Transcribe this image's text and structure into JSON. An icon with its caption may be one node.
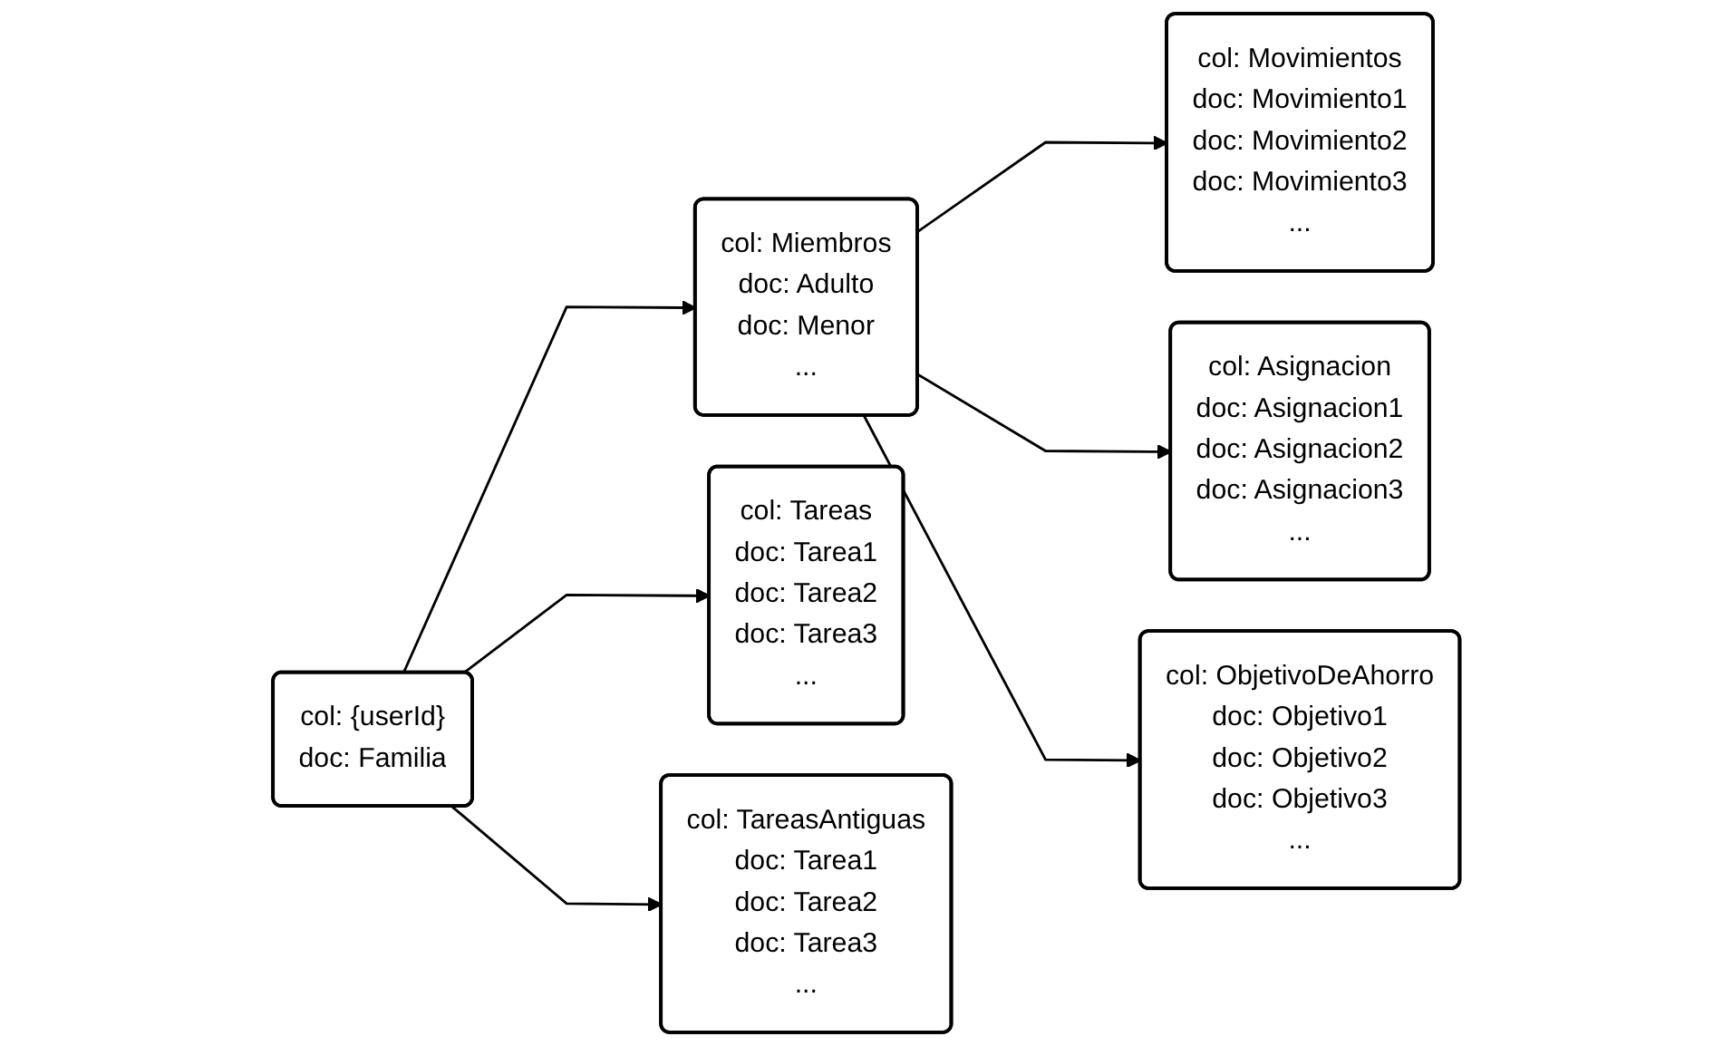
{
  "diagram": {
    "nodes": [
      {
        "text": [
          "col: {userId}",
          "doc: Familia"
        ]
      },
      {
        "text": [
          "col: Miembros",
          "doc: Adulto",
          "doc: Menor",
          "..."
        ]
      },
      {
        "text": [
          "col: Tareas",
          "doc: Tarea1",
          "doc: Tarea2",
          "doc: Tarea3",
          "..."
        ]
      },
      {
        "text": [
          "col: TareasAntiguas",
          "doc: Tarea1",
          "doc: Tarea2",
          "doc: Tarea3",
          "..."
        ]
      },
      {
        "text": [
          "col: Movimientos",
          "doc: Movimiento1",
          "doc: Movimiento2",
          "doc: Movimiento3",
          "..."
        ]
      },
      {
        "text": [
          "col: Asignacion",
          "doc: Asignacion1",
          "doc: Asignacion2",
          "doc: Asignacion3",
          "..."
        ]
      },
      {
        "text": [
          "col: ObjetivoDeAhorro",
          "doc: Objetivo1",
          "doc: Objetivo2",
          "doc: Objetivo3",
          "..."
        ]
      }
    ],
    "edges": [
      {
        "from": 0,
        "to": 1,
        "arrow": "to"
      },
      {
        "from": 0,
        "to": 2,
        "arrow": "to"
      },
      {
        "from": 0,
        "to": 3,
        "arrow": "to"
      },
      {
        "from": 1,
        "to": 4,
        "arrow": "to"
      },
      {
        "from": 1,
        "to": 5,
        "arrow": "to"
      },
      {
        "from": 1,
        "to": 6,
        "arrow": "to"
      }
    ]
  }
}
